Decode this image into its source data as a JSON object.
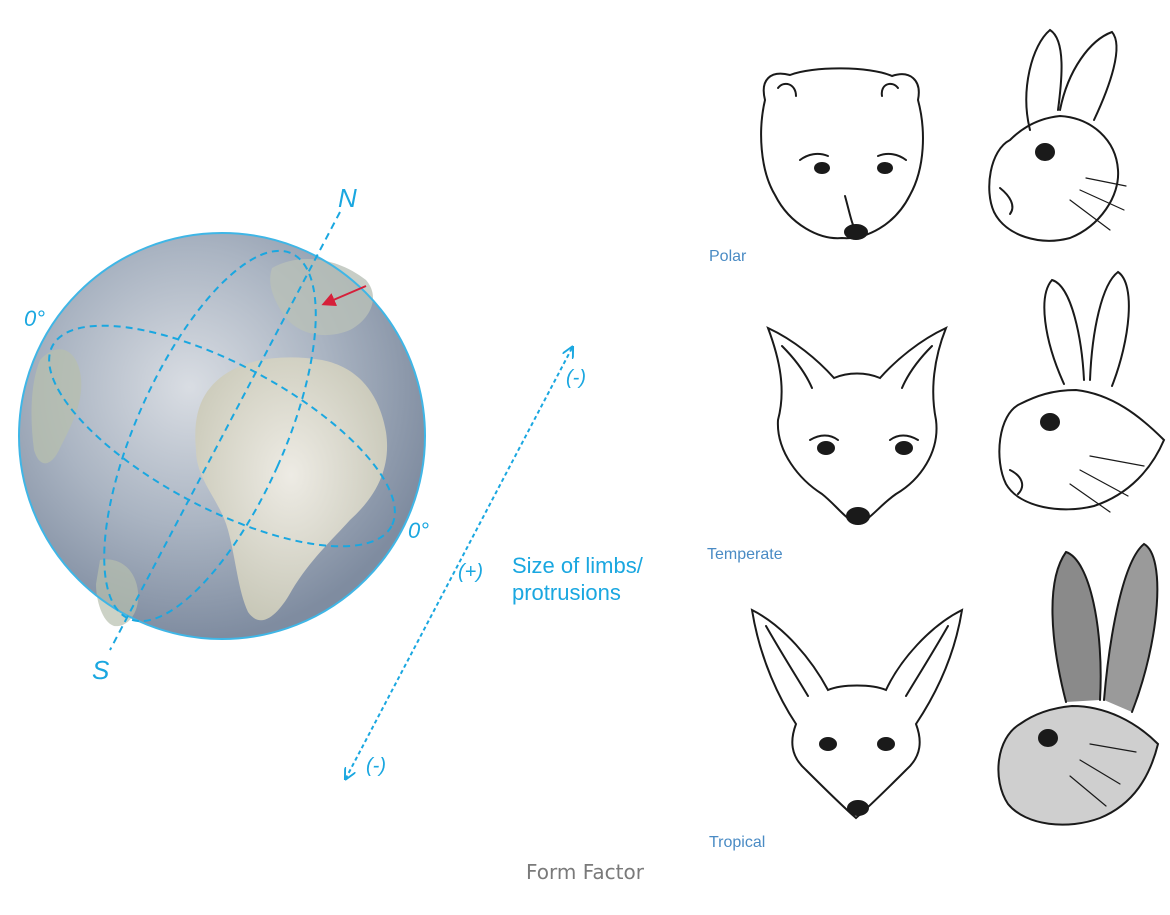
{
  "globe": {
    "north": "N",
    "south": "S",
    "degree_left": "0°",
    "degree_right": "0°"
  },
  "scale": {
    "top_sign": "(-)",
    "middle_sign": "(+)",
    "bottom_sign": "(-)",
    "label_line1": "Size of limbs/",
    "label_line2": "protrusions"
  },
  "regions": [
    {
      "name": "Polar"
    },
    {
      "name": "Temperate"
    },
    {
      "name": "Tropical"
    }
  ],
  "footer": {
    "title": "Form Factor"
  },
  "colors": {
    "accent": "#1aa7e0",
    "region_label": "#4a8bc4",
    "pointer": "#d6203a"
  }
}
